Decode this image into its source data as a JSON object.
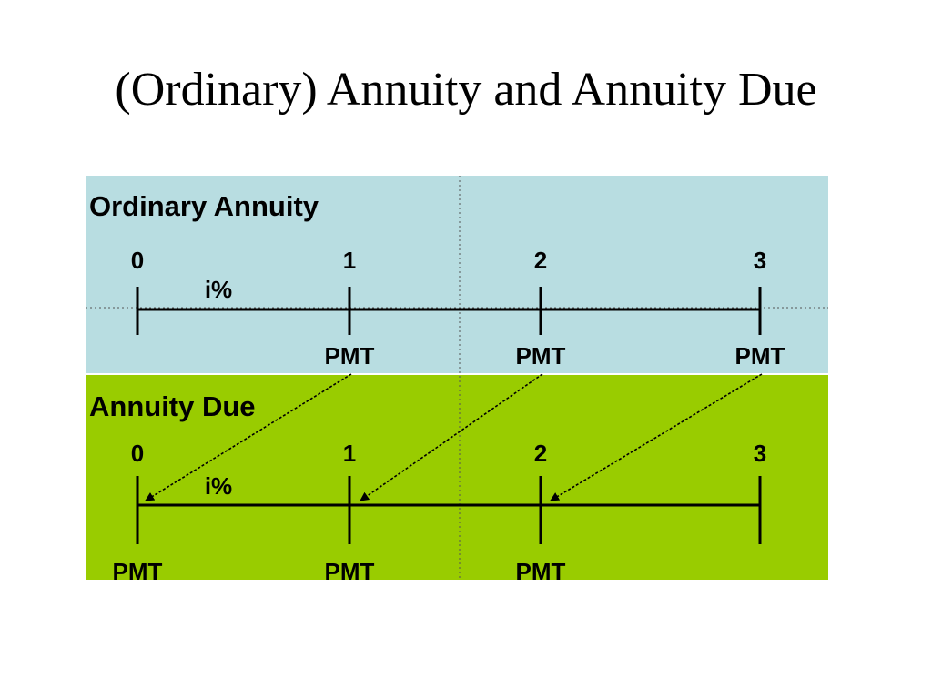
{
  "slide": {
    "title": "(Ordinary) Annuity and Annuity Due"
  },
  "colors": {
    "ordinary_background": "#b8dde1",
    "due_background": "#99cc00",
    "line": "#000000"
  },
  "ordinary": {
    "title": "Ordinary Annuity",
    "periods": [
      "0",
      "1",
      "2",
      "3"
    ],
    "rate": "i%",
    "payments": [
      "PMT",
      "PMT",
      "PMT"
    ]
  },
  "due": {
    "title": "Annuity Due",
    "periods": [
      "0",
      "1",
      "2",
      "3"
    ],
    "rate": "i%",
    "payments": [
      "PMT",
      "PMT",
      "PMT"
    ]
  }
}
